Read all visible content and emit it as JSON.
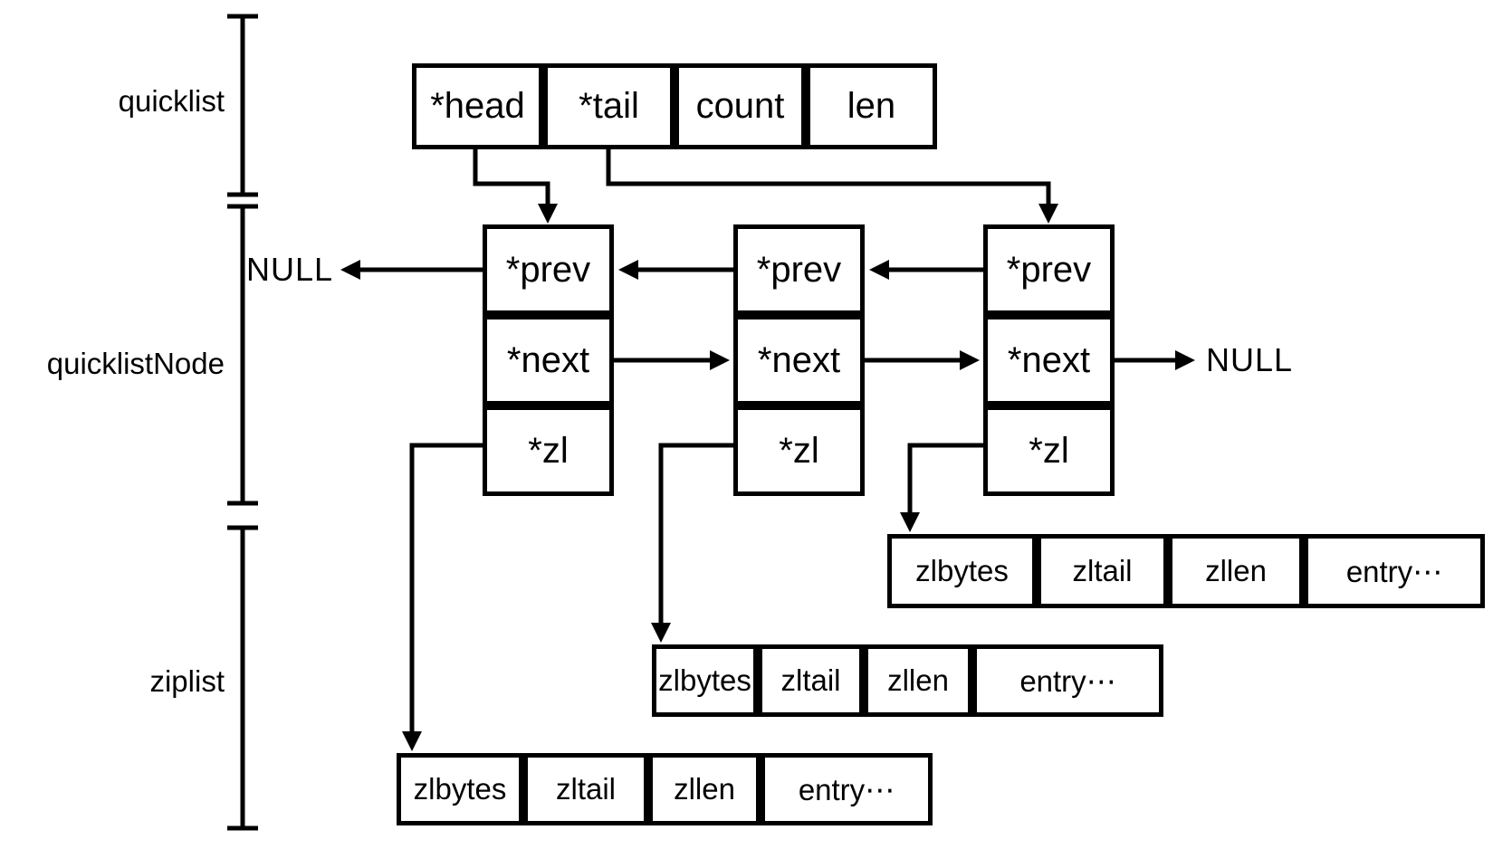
{
  "diagram": {
    "sections": [
      {
        "label": "quicklist"
      },
      {
        "label": "quicklistNode"
      },
      {
        "label": "ziplist"
      }
    ],
    "quicklist_box": {
      "cells": [
        "*head",
        "*tail",
        "count",
        "len"
      ]
    },
    "nodes": [
      {
        "cells": [
          "*prev",
          "*next",
          "*zl"
        ]
      },
      {
        "cells": [
          "*prev",
          "*next",
          "*zl"
        ]
      },
      {
        "cells": [
          "*prev",
          "*next",
          "*zl"
        ]
      }
    ],
    "ziplists": [
      {
        "cells": [
          "zlbytes",
          "zltail",
          "zllen",
          "entry⋯"
        ]
      },
      {
        "cells": [
          "zlbytes",
          "zltail",
          "zllen",
          "entry⋯"
        ]
      },
      {
        "cells": [
          "zlbytes",
          "zltail",
          "zllen",
          "entry⋯"
        ]
      }
    ],
    "null_left": "NULL",
    "null_right": "NULL",
    "colors": {
      "stroke": "#000000",
      "background": "#ffffff"
    }
  }
}
